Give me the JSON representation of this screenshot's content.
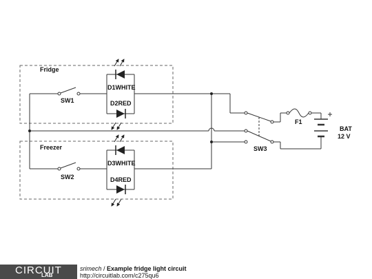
{
  "diagram": {
    "groups": {
      "fridge": "Fridge",
      "freezer": "Freezer"
    },
    "labels": {
      "sw1": "SW1",
      "sw2": "SW2",
      "sw3": "SW3",
      "d1": "D1WHITE",
      "d2": "D2RED",
      "d3": "D3WHITE",
      "d4": "D4RED",
      "f1": "F1",
      "bat": "BAT",
      "bat_voltage": "12 V"
    }
  },
  "footer": {
    "logo_main": "CIRCUIT",
    "logo_sub": "LAB",
    "author": "srimech",
    "separator": " / ",
    "title": "Example fridge light circuit",
    "url": "http://circuitlab.com/c275qu6"
  },
  "colors": {
    "wire": "#333333",
    "box": "#666666",
    "logo_bg": "#4a4a4a"
  }
}
